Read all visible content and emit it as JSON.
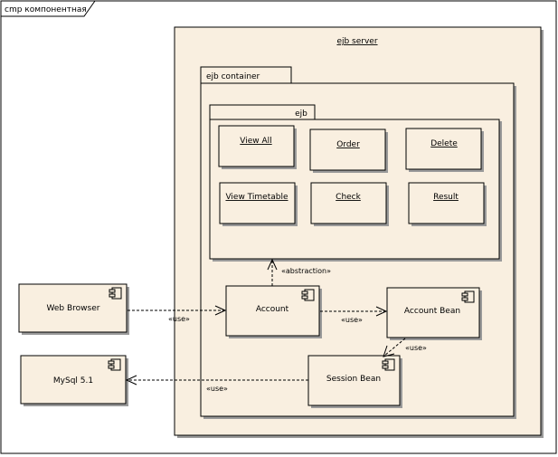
{
  "frame": {
    "title": "cmp компонентная"
  },
  "packages": {
    "server": "ejb server",
    "container": "ejb container",
    "ejb": "ejb"
  },
  "forms": [
    {
      "id": "view-all",
      "label": "View All"
    },
    {
      "id": "order",
      "label": "Order"
    },
    {
      "id": "delete",
      "label": "Delete"
    },
    {
      "id": "view-timetable",
      "label": "View Timetable"
    },
    {
      "id": "check",
      "label": "Check"
    },
    {
      "id": "result",
      "label": "Result"
    }
  ],
  "components": {
    "web_browser": "Web Browser",
    "mysql": "MySql 5.1",
    "account": "Account",
    "account_bean": "Account Bean",
    "session_bean": "Session Bean"
  },
  "relations": {
    "browser_account": "«use»",
    "account_bean": "«use»",
    "bean_session": "«use»",
    "session_mysql": "«use»",
    "abstraction": "«abstraction»"
  },
  "colors": {
    "fill": "#f9efe0",
    "shadow": "#9a9a9a",
    "line": "#000000"
  }
}
